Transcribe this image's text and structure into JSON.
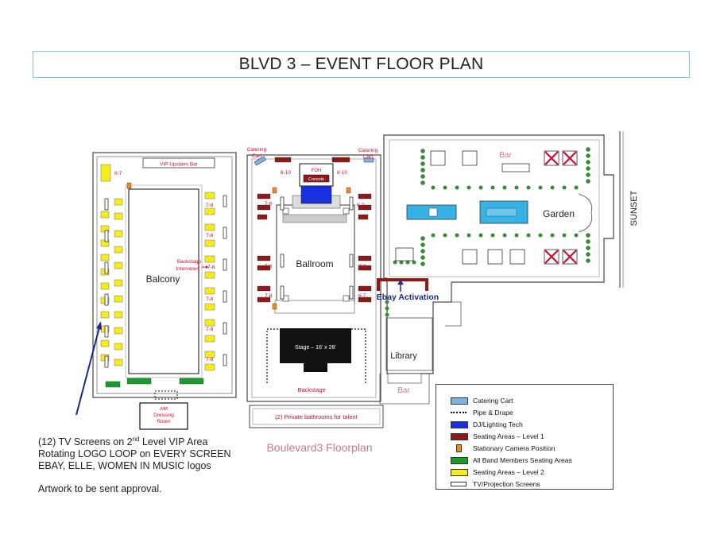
{
  "title": "BLVD 3 – EVENT FLOOR PLAN",
  "labels": {
    "vip_upstairs_bar": "VIP Upstairs Bar",
    "balcony": "Balcony",
    "backstage_interviews": "Backstage Interviews",
    "am_dressing_room": "AM Dressing Room",
    "catering_cart_left": "Catering Cart",
    "catering_cart_right": "Catering Cart",
    "foh_console": "FOH Console",
    "ballroom": "Ballroom",
    "stage": "Stage – 16’ x 28’",
    "backstage": "Backstage",
    "bathrooms": "(2) Private bathrooms for talent",
    "boulevard3_floorplan": "Boulevard3 Floorplan",
    "bar_top": "Bar",
    "garden": "Garden",
    "sunset": "SUNSET",
    "ebay_activation": "Ebay Activation",
    "library": "Library",
    "bar_bottom": "Bar",
    "seat_6_7": "6-7",
    "seat_7_8": "7-8",
    "seat_8_10": "8-10"
  },
  "notes": {
    "line1_prefix": "(12) TV Screens on 2",
    "line1_sup": "nd",
    "line1_suffix": " Level VIP Area",
    "line2_a": "Rotating LOGO LOOP on EVERY SCREEN EBAY, ELLE, WOMEN IN MUSIC",
    "line2_b": " logos",
    "line3": "Artwork to be sent approval."
  },
  "legend": [
    {
      "label": "Catering Cart",
      "color": "#7fb3e0",
      "kind": "box"
    },
    {
      "label": "Pipe & Drape",
      "color": "#111111",
      "kind": "dots"
    },
    {
      "label": "DJ/Lighting Tech",
      "color": "#1a2fe0",
      "kind": "box"
    },
    {
      "label": "Seating Areas – Level 1",
      "color": "#8b1a1a",
      "kind": "box"
    },
    {
      "label": "Stationary Camera Position",
      "color": "#f08a1c",
      "kind": "small"
    },
    {
      "label": "All Band Members Seating Areas",
      "color": "#1a9b2a",
      "kind": "box"
    },
    {
      "label": "Seating Areas – Level 2",
      "color": "#f5ec1a",
      "kind": "box"
    },
    {
      "label": "TV/Projection Screens",
      "color": "#ffffff",
      "kind": "outline"
    }
  ],
  "colors": {
    "seat_level1": "#8b1a1a",
    "seat_level2": "#f5ec1a",
    "band": "#1a9b2a",
    "dj": "#1a2fe0",
    "camera": "#f08a1c",
    "catering": "#7fb3e0",
    "label_red": "#c8102e",
    "arrow_blue": "#1a2a8c",
    "pool": "#36b3e6",
    "title_border": "#7fc6e3"
  }
}
